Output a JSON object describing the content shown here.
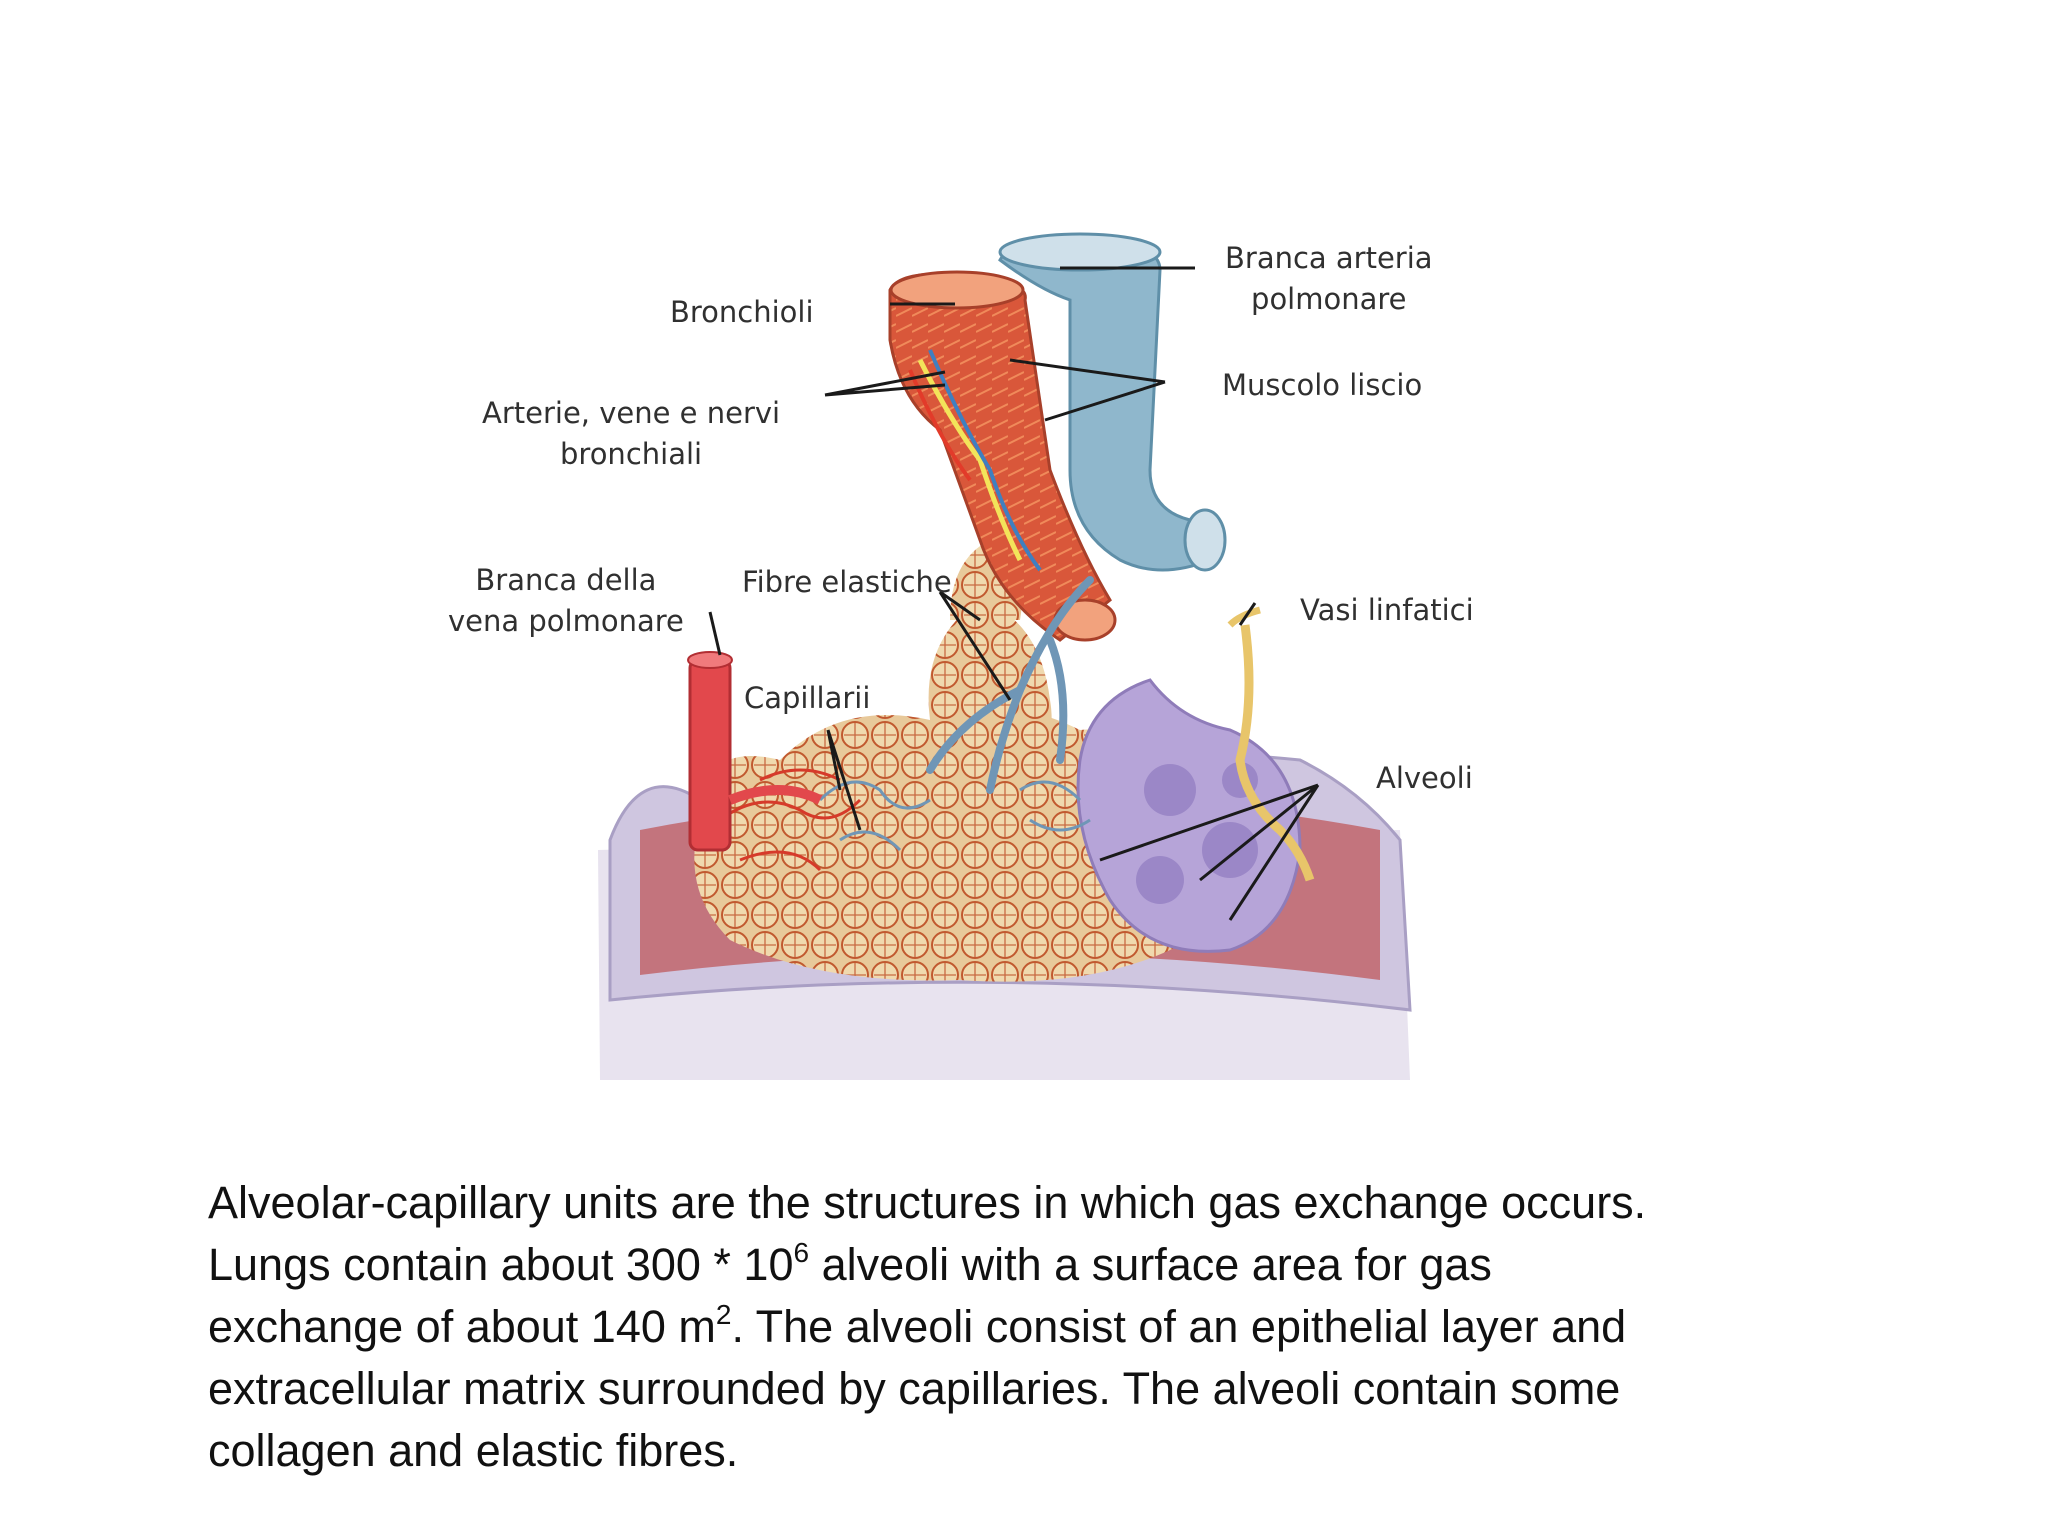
{
  "diagram": {
    "labels": {
      "bronchioli": "Bronchioli",
      "branca_arteria": [
        "Branca arteria",
        "polmonare"
      ],
      "muscolo_liscio": "Muscolo liscio",
      "arterie_vene_nervi": [
        "Arterie, vene e nervi",
        "bronchiali"
      ],
      "branca_vena": [
        "Branca della",
        "vena polmonare"
      ],
      "fibre_elastiche": "Fibre elastiche",
      "vasi_linfatici": "Vasi linfatici",
      "capillarii": "Capillarii",
      "alveoli": "Alveoli"
    },
    "colors": {
      "bronchiole_muscle": "#d9573a",
      "artery_branch": "#8fb7cc",
      "pulmonary_vein": "#e2484c",
      "alveoli_sacs": "#e8c99a",
      "alveoli_lining": "#b6a4d8",
      "pleura": "#d7d0e6",
      "lymphatic": "#e8c56a"
    }
  },
  "caption": {
    "l1": "Alveolar-capillary units are the structures in which gas exchange occurs.",
    "l2a": "Lungs contain about 300 * 10",
    "l2sup": "6",
    "l2b": " alveoli with a surface area for gas",
    "l3a": "exchange of about 140 m",
    "l3sup": "2",
    "l3b": ". The alveoli consist of an epithelial layer and",
    "l4": "extracellular matrix surrounded by capillaries. The alveoli contain some",
    "l5": "collagen and elastic fibres."
  }
}
